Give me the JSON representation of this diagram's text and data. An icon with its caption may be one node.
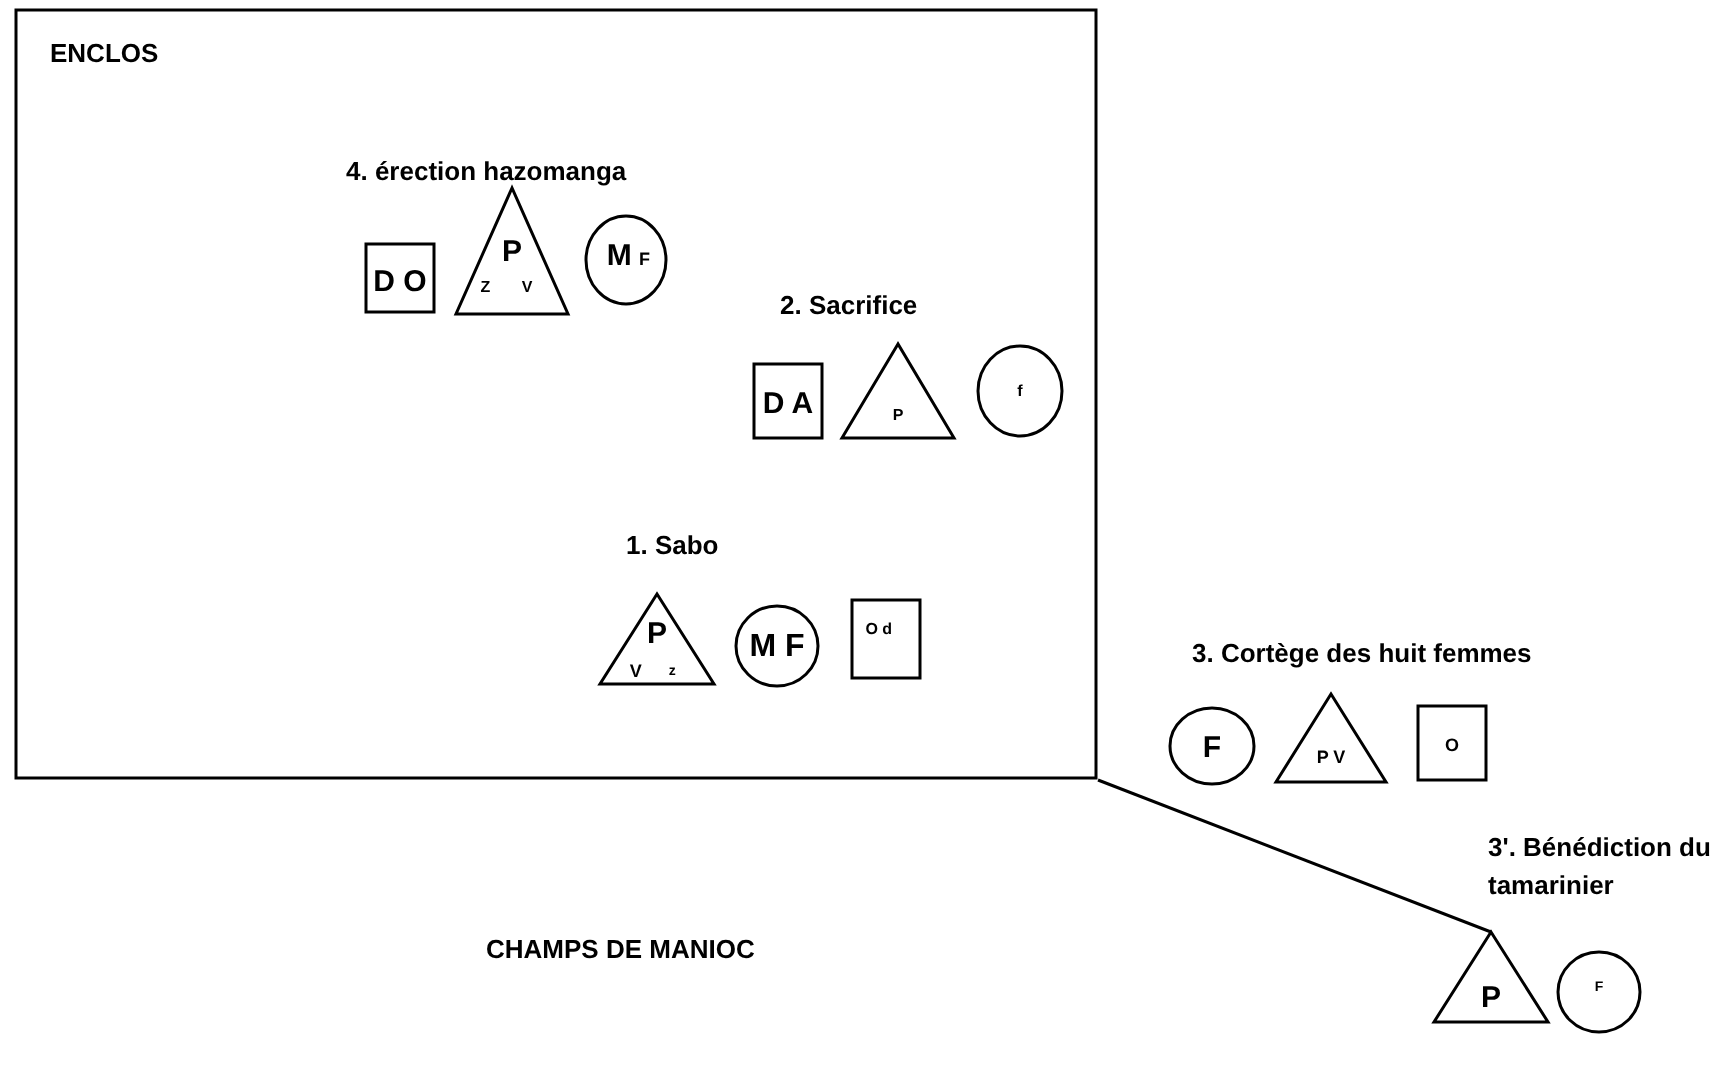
{
  "diagram": {
    "nodes": [
      {
        "text": [
          "ENCLOS"
        ]
      },
      {
        "text": [
          "D O"
        ],
        "in": 0
      },
      {
        "text": [
          "P",
          "Z",
          "V"
        ],
        "in": 0
      },
      {
        "text": [
          "M",
          "F"
        ],
        "in": 0
      },
      {
        "text": [
          "D A"
        ],
        "in": 0
      },
      {
        "text": [
          "P"
        ],
        "in": 0
      },
      {
        "text": [
          "f"
        ],
        "in": 0
      },
      {
        "text": [
          "P",
          "V",
          "z"
        ],
        "in": 0
      },
      {
        "text": [
          "M F"
        ],
        "in": 0
      },
      {
        "text": [
          "O d"
        ],
        "in": 0
      },
      {
        "text": [
          "F"
        ]
      },
      {
        "text": [
          "P V"
        ]
      },
      {
        "text": [
          "O"
        ]
      },
      {
        "text": [
          "P"
        ]
      },
      {
        "text": [
          "F"
        ]
      }
    ],
    "edges": [
      {
        "from": 0,
        "to": 13,
        "arrow": "none"
      }
    ],
    "labels": [
      "4. érection hazomanga",
      "2. Sacrifice",
      "1. Sabo",
      "3. Cortège des huit femmes",
      "3'. Bénédiction du tamarinier",
      "CHAMPS DE MANIOC"
    ]
  }
}
